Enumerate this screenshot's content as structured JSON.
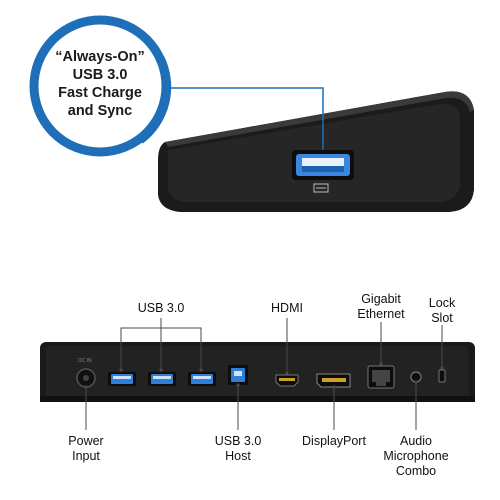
{
  "callout": {
    "lines": [
      "“Always-On”",
      "USB 3.0",
      "Fast Charge",
      "and Sync"
    ],
    "ring_color": "#1e6fb8"
  },
  "device_top": {
    "body_color": "#141414",
    "port_icon": "usb-ss-charge-icon"
  },
  "rear_labels": {
    "usb30": "USB 3.0",
    "hdmi": "HDMI",
    "gigabit": [
      "Gigabit",
      "Ethernet"
    ],
    "lock": [
      "Lock",
      "Slot"
    ],
    "power": [
      "Power",
      "Input"
    ],
    "usb_host": [
      "USB 3.0",
      "Host"
    ],
    "displayport": "DisplayPort",
    "audio": [
      "Audio",
      "Microphone",
      "Combo"
    ]
  },
  "colors": {
    "usb_blue": "#2f7fd8",
    "line_color": "#4a4a4a",
    "accent_blue": "#1e6fb8"
  }
}
